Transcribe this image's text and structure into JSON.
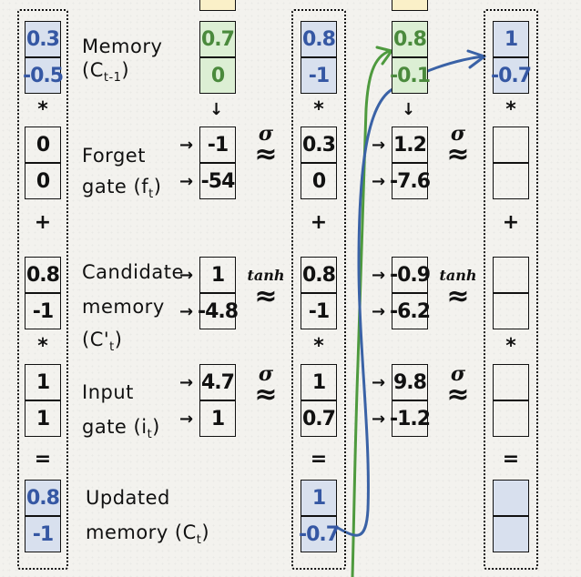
{
  "labels": {
    "memory": "Memory",
    "memory_sym": "(C",
    "memory_sub": "t-1",
    "memory_close": ")",
    "forget": "Forget",
    "forget_gate": "gate (f",
    "forget_sub": "t",
    "forget_close": ")",
    "candidate": "Candidate",
    "candidate_memory": "memory",
    "candidate_sym": "(C'",
    "candidate_sub": "t",
    "candidate_close": ")",
    "input": "Input",
    "input_gate": "gate (i",
    "input_sub": "t",
    "input_close": ")",
    "updated": "Updated",
    "updated_memory": "memory (C",
    "updated_sub": "t",
    "updated_close": ")"
  },
  "ops": {
    "multiply": "*",
    "add": "+",
    "equals": "="
  },
  "functions": {
    "sigma": "σ",
    "tanh": "tanh",
    "approx": "≈"
  },
  "arrows": {
    "right": "→",
    "down": "↓"
  },
  "columns": [
    {
      "memory": [
        "0.3",
        "-0.5"
      ],
      "forget": [
        "0",
        "0"
      ],
      "candidate": [
        "0.8",
        "-1"
      ],
      "input": [
        "1",
        "1"
      ],
      "updated": [
        "0.8",
        "-1"
      ]
    },
    {
      "memory": [
        "0.8",
        "-1"
      ],
      "forget": [
        "0.3",
        "0"
      ],
      "candidate": [
        "0.8",
        "-1"
      ],
      "input": [
        "1",
        "0.7"
      ],
      "updated": [
        "1",
        "-0.7"
      ]
    },
    {
      "memory": [
        "1",
        "-0.7"
      ],
      "forget": [
        "",
        ""
      ],
      "candidate": [
        "",
        ""
      ],
      "input": [
        "",
        ""
      ],
      "updated": [
        "",
        ""
      ]
    }
  ],
  "between": [
    {
      "memory": [
        "0.7",
        "0"
      ],
      "forget_pre": [
        "-1",
        "-54"
      ],
      "candidate_pre": [
        "1",
        "-4.8"
      ],
      "input_pre": [
        "4.7",
        "1"
      ]
    },
    {
      "memory": [
        "0.8",
        "-0.1"
      ],
      "forget_pre": [
        "1.2",
        "-7.6"
      ],
      "candidate_pre": [
        "-0.9",
        "-6.2"
      ],
      "input_pre": [
        "9.8",
        "-1.2"
      ]
    }
  ],
  "colors": {
    "blue_fill": "#d8e0ee",
    "blue_text": "#3557a3",
    "green_fill": "#dcefd4",
    "green_text": "#4a8a3c",
    "yellow_fill": "#faf0c8",
    "blue_curve": "#3a62a6",
    "green_curve": "#4e9a3e"
  }
}
